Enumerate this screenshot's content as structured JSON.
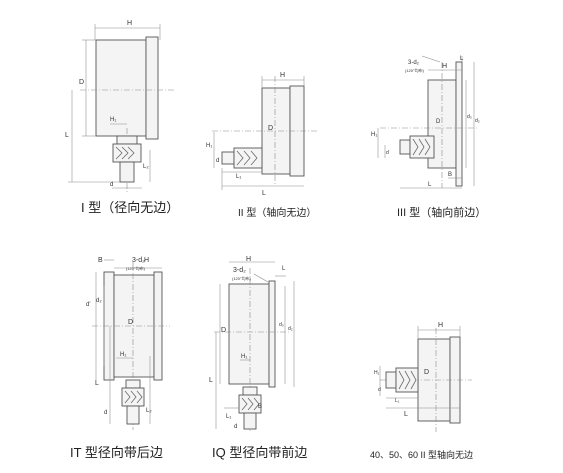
{
  "captions": {
    "t1": "I 型（径向无边）",
    "t2": "II 型（轴向无边）",
    "t3": "III 型（轴向前边）",
    "t4": "IT 型径向带后边",
    "t5": "IQ 型径向带前边",
    "t6": "40、50、60 II 型轴向无边"
  },
  "labels": {
    "H": "H",
    "D": "D",
    "L": "L",
    "B": "B",
    "d": "d",
    "d1": "d'",
    "d2": "d₂",
    "d3": "d₃",
    "H1": "H₁",
    "L1": "L₁",
    "L2": "L₂",
    "holes": "3-d₂",
    "angle": "(120°均布)"
  }
}
